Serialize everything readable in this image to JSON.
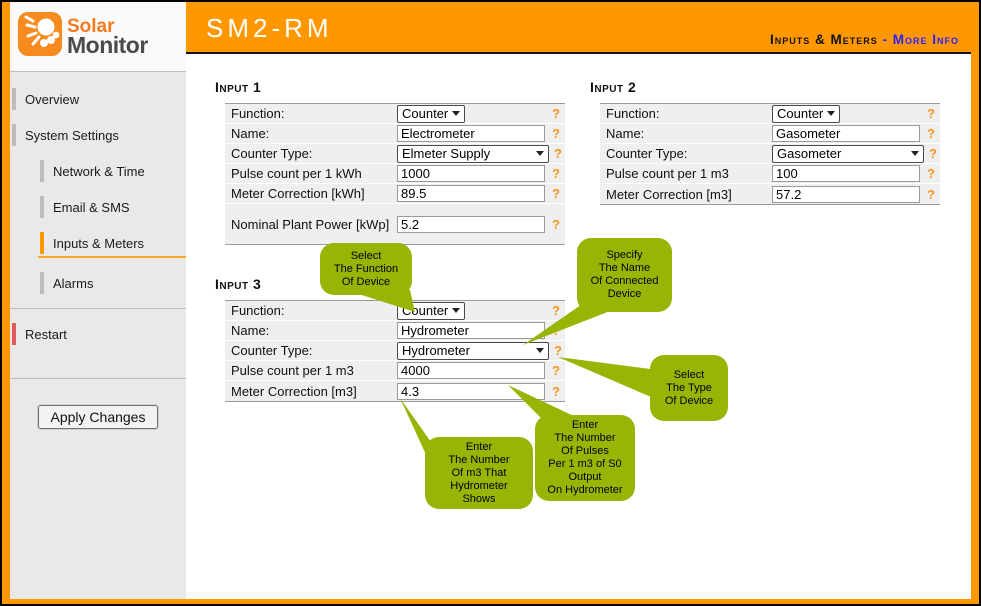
{
  "logo": {
    "line1": "Solar",
    "line2": "Monitor"
  },
  "header": {
    "title": "SM2-RM",
    "section": "Inputs & Meters",
    "separator": "-",
    "more_info_link": "More Info"
  },
  "sidebar": {
    "overview": "Overview",
    "system_settings": "System Settings",
    "network_time": "Network & Time",
    "email_sms": "Email & SMS",
    "inputs_meters": "Inputs & Meters",
    "alarms": "Alarms",
    "restart": "Restart",
    "apply_button": "Apply Changes"
  },
  "help_mark": "?",
  "inputs": [
    {
      "title": "Input 1",
      "function_label": "Function:",
      "function_value": "Counter",
      "name_label": "Name:",
      "name_value": "Electrometer",
      "type_label": "Counter Type:",
      "type_value": "Elmeter Supply",
      "pulse_label": "Pulse count per 1 kWh",
      "pulse_value": "1000",
      "correction_label": "Meter Correction [kWh]",
      "correction_value": "89.5",
      "nominal_label": "Nominal Plant Power [kWp]",
      "nominal_value": "5.2"
    },
    {
      "title": "Input 2",
      "function_label": "Function:",
      "function_value": "Counter",
      "name_label": "Name:",
      "name_value": "Gasometer",
      "type_label": "Counter Type:",
      "type_value": "Gasometer",
      "pulse_label": "Pulse count per 1 m3",
      "pulse_value": "100",
      "correction_label": "Meter Correction [m3]",
      "correction_value": "57.2"
    },
    {
      "title": "Input 3",
      "function_label": "Function:",
      "function_value": "Counter",
      "name_label": "Name:",
      "name_value": "Hydrometer",
      "type_label": "Counter Type:",
      "type_value": "Hydrometer",
      "pulse_label": "Pulse count per 1 m3",
      "pulse_value": "4000",
      "correction_label": "Meter Correction [m3]",
      "correction_value": "4.3"
    }
  ],
  "callouts": [
    {
      "text": "Select\nThe Function\nOf Device"
    },
    {
      "text": "Specify\nThe Name\nOf Connected\nDevice"
    },
    {
      "text": "Select\nThe Type\nOf Device"
    },
    {
      "text": "Enter\nThe Number\nOf m3 That\nHydrometer\nShows"
    },
    {
      "text": "Enter\nThe Number\nOf Pulses\nPer 1 m3 of S0\nOutput\nOn Hydrometer"
    }
  ],
  "colors": {
    "accent_orange": "#FF9800",
    "callout_green": "#9AB406",
    "link_blue": "#2A1FFF",
    "help_orange": "#F7941D",
    "restart_red": "#E05C5C"
  }
}
